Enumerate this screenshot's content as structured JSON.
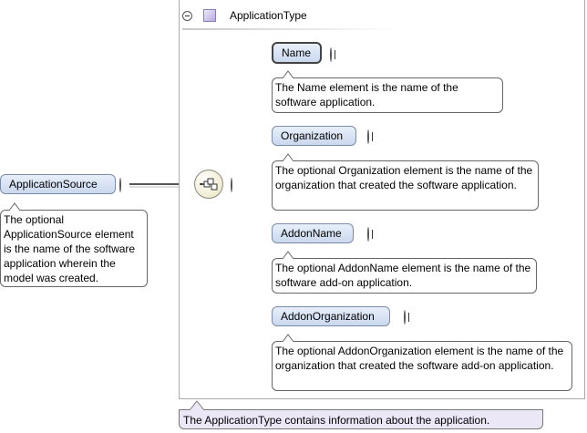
{
  "root_element": {
    "name": "ApplicationSource",
    "annotation": "The optional ApplicationSource element is the name of the software application wherein the model was created."
  },
  "complex_type": {
    "name": "ApplicationType",
    "annotation": "The ApplicationType contains information about the application."
  },
  "compositor": {
    "kind": "sequence",
    "icon": "sequence-icon"
  },
  "children": [
    {
      "name": "Name",
      "annotation": "The Name element is the name of the software application."
    },
    {
      "name": "Organization",
      "annotation": "The optional Organization element is the name of the organization that created the software application."
    },
    {
      "name": "AddonName",
      "annotation": "The optional AddonName element is the name of the software add-on application."
    },
    {
      "name": "AddonOrganization",
      "annotation": "The optional AddonOrganization element is the name of the organization that created the software add-on application."
    }
  ],
  "colors": {
    "element_fill": "#cad8ee",
    "type_fill": "#ece7f7",
    "type_icon": "#b5a8df",
    "connector": "#555555"
  }
}
